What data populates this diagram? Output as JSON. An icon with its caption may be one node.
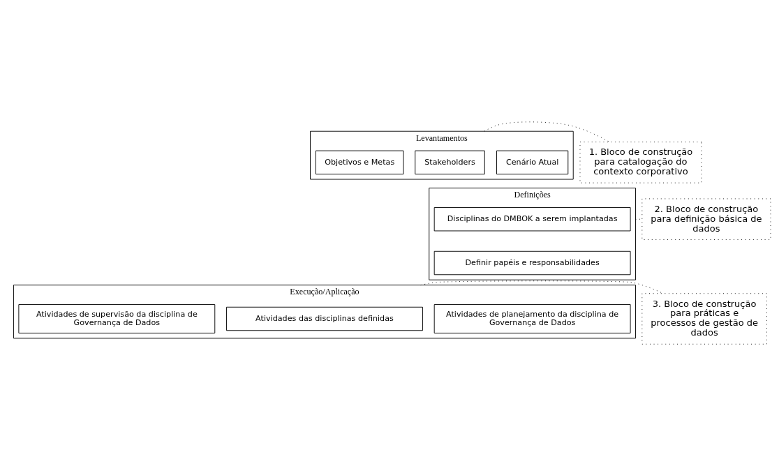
{
  "diagram": {
    "nodes": [
      {
        "text": [
          "Levantamentos"
        ]
      },
      {
        "text": [
          "Cenário Atual"
        ],
        "in": 0
      },
      {
        "text": [
          "Stakeholders"
        ],
        "in": 0
      },
      {
        "text": [
          "Objetivos e Metas"
        ],
        "in": 0
      },
      {
        "text": [
          "Definições"
        ]
      },
      {
        "text": [
          "Disciplinas do DMBOK a serem implantadas"
        ],
        "in": 4
      },
      {
        "text": [
          "Definir papéis e responsabilidades"
        ],
        "in": 4
      },
      {
        "text": [
          "Execução/Aplicação"
        ]
      },
      {
        "text": [
          "Atividades de planejamento da disciplina de Governança de Dados"
        ],
        "in": 7
      },
      {
        "text": [
          "Atividades das disciplinas definidas"
        ],
        "in": 7
      },
      {
        "text": [
          "Atividades de supervisão da disciplina de Governança de Dados"
        ],
        "in": 7
      },
      {
        "text": [
          "1. Bloco de construção para catalogação do contexto corporativo"
        ]
      },
      {
        "text": [
          "2. Bloco de construção para definição básica de dados"
        ]
      },
      {
        "text": [
          "3. Bloco de construção para práticas e processos de gestão de dados"
        ]
      }
    ],
    "edges": [
      {
        "from": 11,
        "to": 0,
        "arrow": "none",
        "style": "dashed"
      },
      {
        "from": 12,
        "to": 4,
        "arrow": "none",
        "style": "dashed"
      },
      {
        "from": 13,
        "to": 7,
        "arrow": "none",
        "style": "dashed"
      }
    ]
  }
}
